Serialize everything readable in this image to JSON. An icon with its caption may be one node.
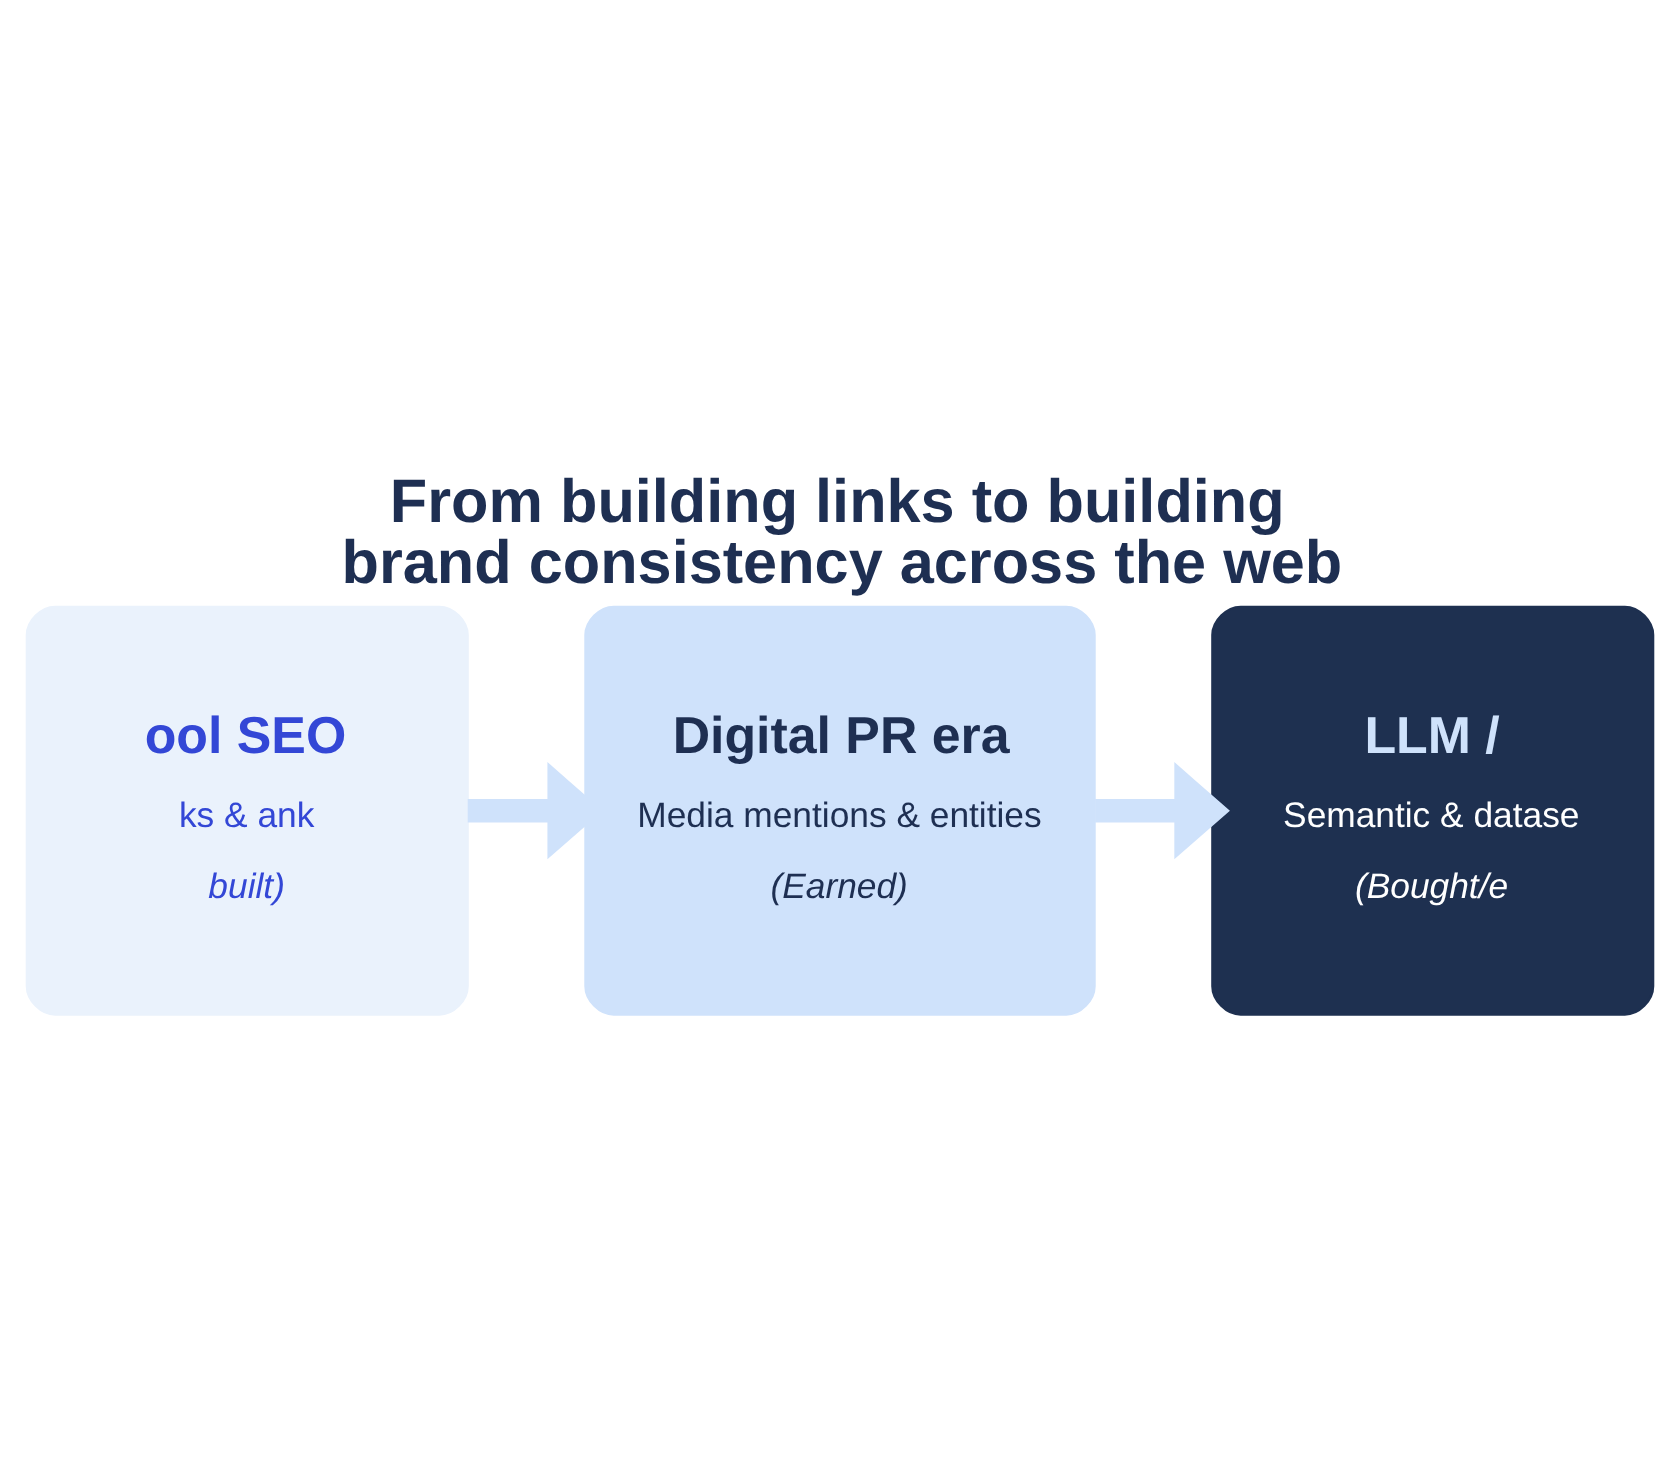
{
  "diagram": {
    "title": "From building links to building brand consistency across the web",
    "nodes": [
      {
        "text": [
          "ool SEO",
          "ks & ank",
          "built)"
        ]
      },
      {
        "text": [
          "Digital PR era",
          "Media mentions & entities",
          "(Earned)"
        ]
      },
      {
        "text": [
          "LLM /",
          "Semantic & datase",
          "(Bought/e"
        ]
      }
    ],
    "edges": [
      {
        "from": 0,
        "to": 1,
        "arrow": "to"
      },
      {
        "from": 1,
        "to": 2,
        "arrow": "to"
      }
    ]
  }
}
